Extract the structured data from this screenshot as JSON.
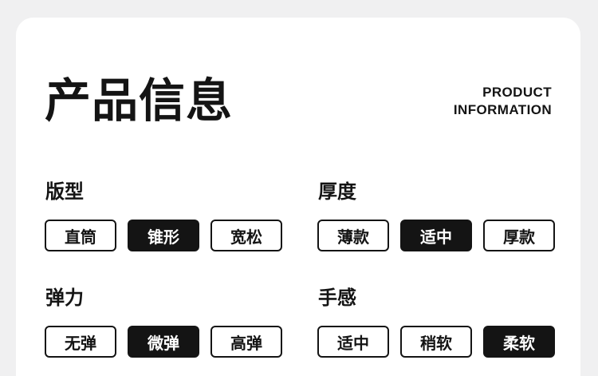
{
  "colors": {
    "page_bg": "#f0f0f1",
    "card_bg": "#ffffff",
    "text": "#141414",
    "selected_bg": "#141414",
    "selected_text": "#ffffff"
  },
  "header": {
    "title": "产品信息",
    "subtitle_line1": "PRODUCT",
    "subtitle_line2": "INFORMATION"
  },
  "sections": [
    {
      "name": "fit",
      "label": "版型",
      "options": [
        {
          "label": "直筒",
          "selected": false
        },
        {
          "label": "锥形",
          "selected": true
        },
        {
          "label": "宽松",
          "selected": false
        }
      ]
    },
    {
      "name": "thickness",
      "label": "厚度",
      "options": [
        {
          "label": "薄款",
          "selected": false
        },
        {
          "label": "适中",
          "selected": true
        },
        {
          "label": "厚款",
          "selected": false
        }
      ]
    },
    {
      "name": "elasticity",
      "label": "弹力",
      "options": [
        {
          "label": "无弹",
          "selected": false
        },
        {
          "label": "微弹",
          "selected": true
        },
        {
          "label": "高弹",
          "selected": false
        }
      ]
    },
    {
      "name": "feel",
      "label": "手感",
      "options": [
        {
          "label": "适中",
          "selected": false
        },
        {
          "label": "稍软",
          "selected": false
        },
        {
          "label": "柔软",
          "selected": true
        }
      ]
    }
  ]
}
